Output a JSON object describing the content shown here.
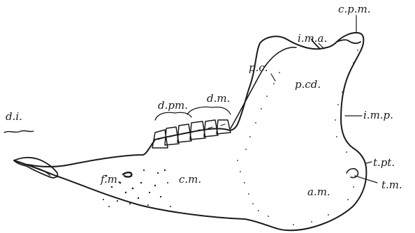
{
  "figure": {
    "labels": {
      "cpm": "c.p.m.",
      "ima": "i.m.a.",
      "pc": "p.c.",
      "pcd": "p.cd.",
      "imp": "i.m.p.",
      "dpm": "d.pm.",
      "dm": "d.m.",
      "di": "d.i.",
      "fm": "f.m.",
      "cm": "c.m.",
      "tpt": "t.pt.",
      "tm": "t.m.",
      "am": "a.m."
    }
  }
}
